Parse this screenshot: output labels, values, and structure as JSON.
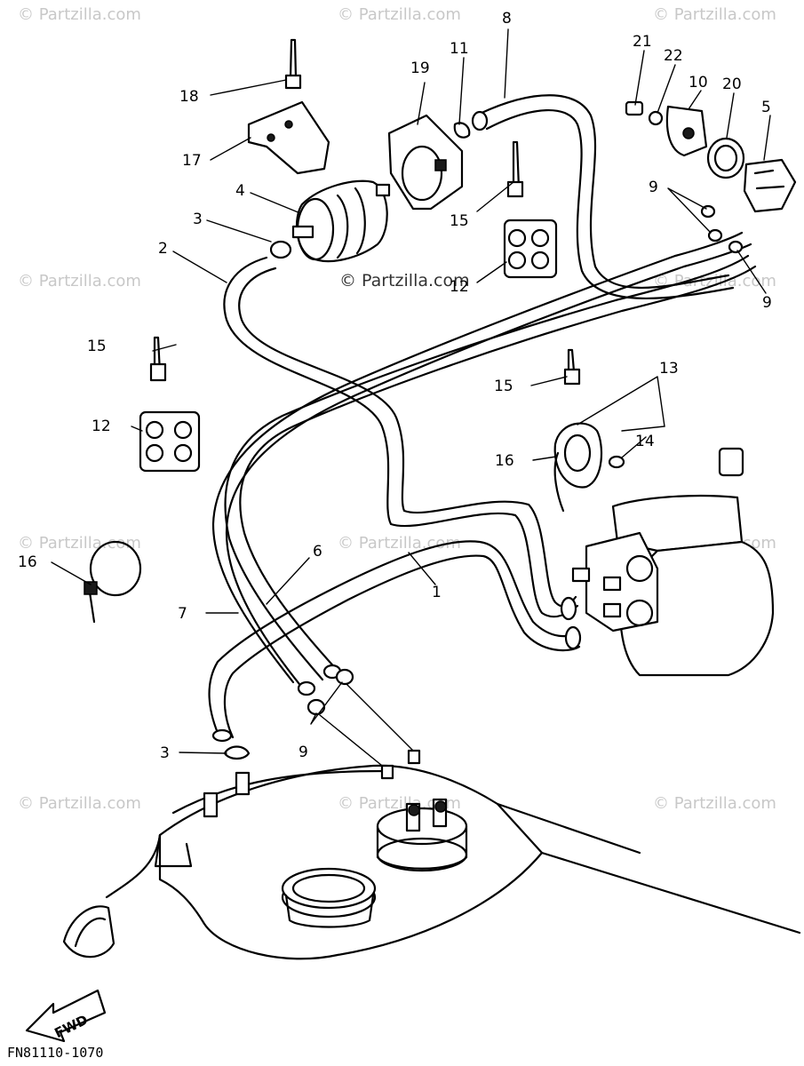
{
  "diagram": {
    "drawing_code": "FN81110-1070",
    "direction_marker": "FWD",
    "center_watermark": "© Partzilla.com",
    "watermark_text": "© Partzilla.com",
    "callouts": [
      "1",
      "2",
      "3",
      "3",
      "4",
      "5",
      "6",
      "7",
      "8",
      "9",
      "9",
      "9",
      "10",
      "11",
      "12",
      "12",
      "13",
      "14",
      "15",
      "15",
      "15",
      "16",
      "16",
      "17",
      "18",
      "19",
      "20",
      "21",
      "22"
    ]
  }
}
